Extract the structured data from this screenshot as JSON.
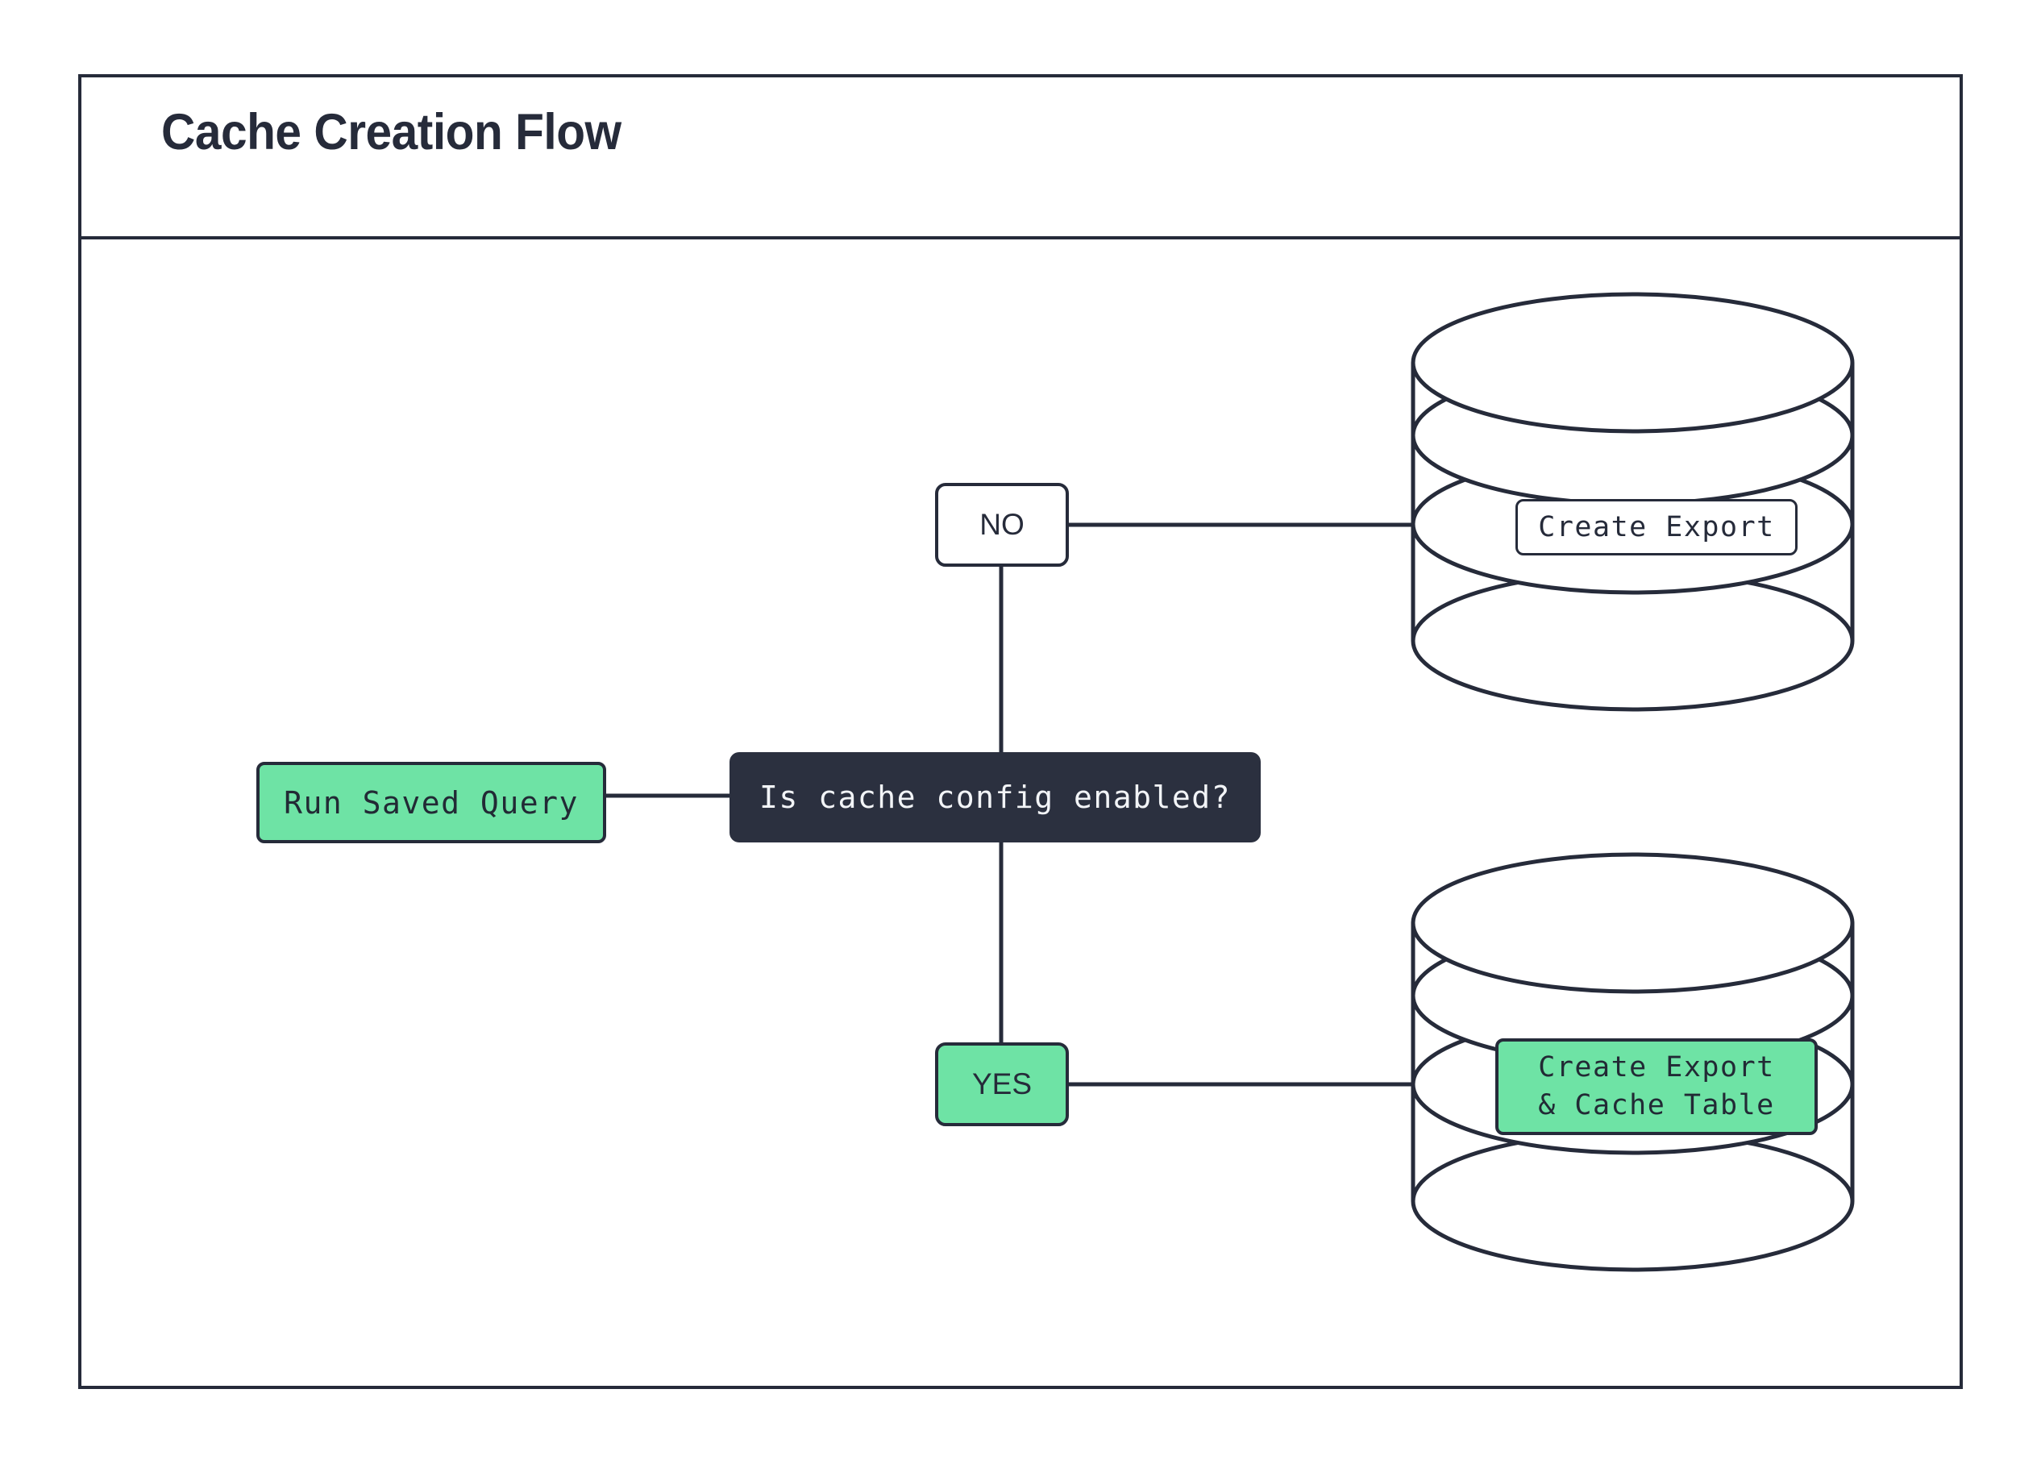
{
  "diagram": {
    "title": "Cache Creation Flow",
    "type": "flowchart",
    "colors": {
      "ink": "#262b3a",
      "panel_bg": "#ffffff",
      "accent_green": "#6EE3A5",
      "decision_bg": "#2b303f",
      "decision_text": "#f2f4f7"
    },
    "nodes": [
      {
        "id": "run-saved-query",
        "label": "Run Saved Query",
        "shape": "rounded-rect",
        "fill": "#6EE3A5",
        "font": "mono"
      },
      {
        "id": "decision",
        "label": "Is cache config enabled?",
        "shape": "rounded-rect",
        "fill": "#2b303f",
        "font": "mono"
      },
      {
        "id": "branch-no",
        "label": "NO",
        "shape": "rounded-rect",
        "fill": "#ffffff",
        "font": "sans"
      },
      {
        "id": "branch-yes",
        "label": "YES",
        "shape": "rounded-rect",
        "fill": "#6EE3A5",
        "font": "sans"
      },
      {
        "id": "create-export",
        "label": "Create Export",
        "shape": "rounded-rect",
        "fill": "#ffffff",
        "font": "mono"
      },
      {
        "id": "create-export-cache-line1",
        "label": "Create Export",
        "shape": "rounded-rect",
        "fill": "#6EE3A5",
        "font": "mono"
      },
      {
        "id": "create-export-cache-line2",
        "label": "& Cache Table",
        "shape": "rounded-rect",
        "fill": "#6EE3A5",
        "font": "mono"
      }
    ],
    "cylinders": [
      {
        "id": "database-top",
        "shape": "database-cylinder",
        "disks": 4
      },
      {
        "id": "database-bottom",
        "shape": "database-cylinder",
        "disks": 4
      }
    ],
    "edges": [
      {
        "from": "run-saved-query",
        "to": "decision",
        "label": ""
      },
      {
        "from": "decision",
        "to": "branch-no",
        "label": ""
      },
      {
        "from": "decision",
        "to": "branch-yes",
        "label": ""
      },
      {
        "from": "branch-no",
        "to": "database-top",
        "label": ""
      },
      {
        "from": "branch-yes",
        "to": "database-bottom",
        "label": ""
      }
    ]
  }
}
